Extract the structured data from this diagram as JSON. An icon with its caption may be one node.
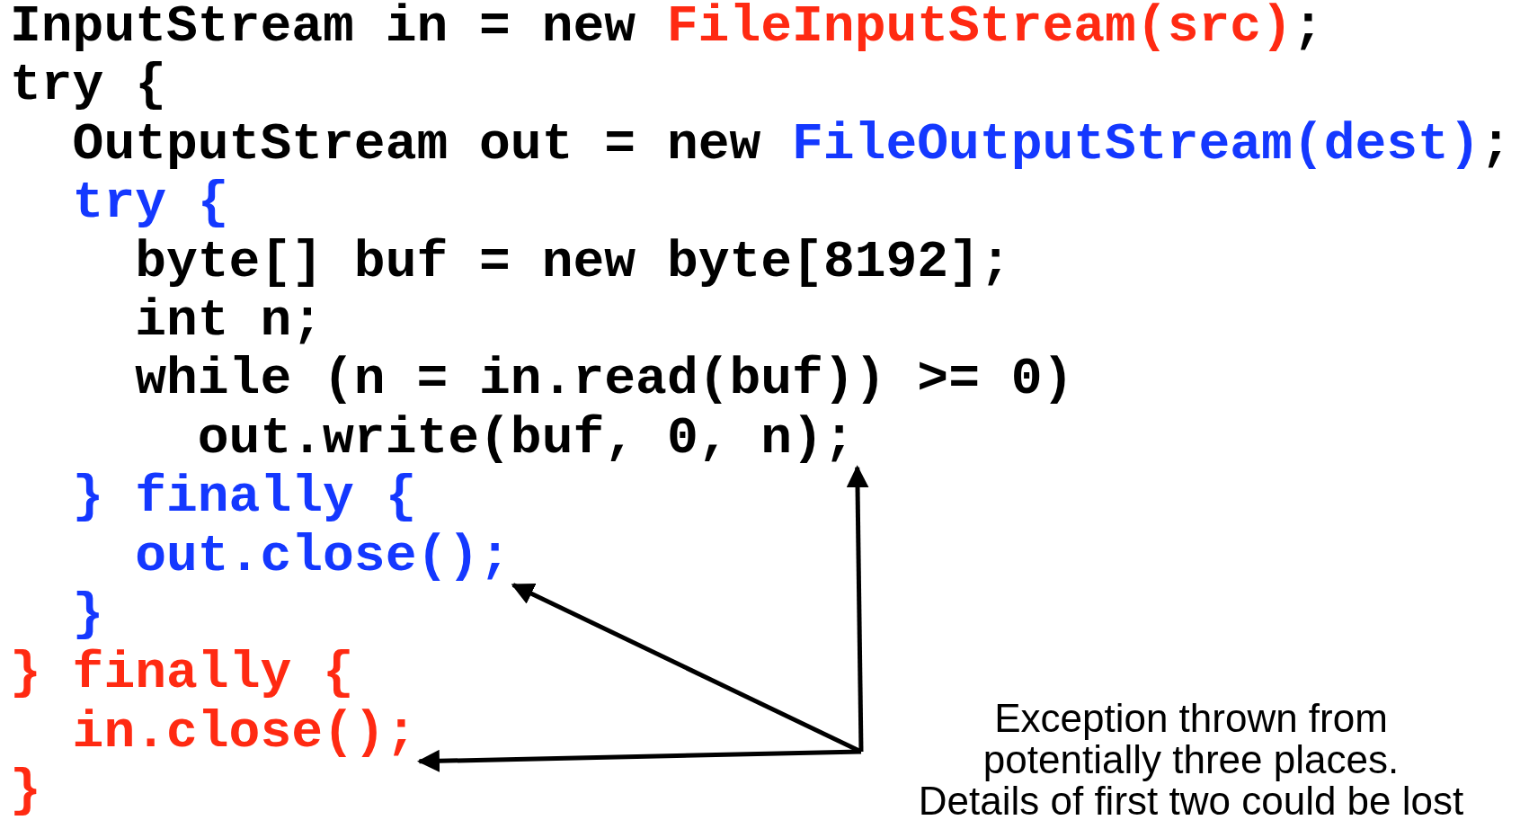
{
  "diagram": {
    "nodes": [
      {
        "text": [
          "out.write(buf, 0, n);"
        ]
      },
      {
        "text": [
          "out.close();"
        ]
      },
      {
        "text": [
          "in.close();"
        ]
      },
      {
        "text": [
          "Exception thrown from potentially three places. Details of first two could be lost"
        ]
      }
    ],
    "edges": [
      {
        "from": 3,
        "to": 0,
        "arrow": "to"
      },
      {
        "from": 3,
        "to": 1,
        "arrow": "to"
      },
      {
        "from": 3,
        "to": 2,
        "arrow": "to"
      }
    ],
    "labels": [
      "InputStream in = new",
      "FileInputStream(src)",
      ";",
      "try {",
      "OutputStream out = new",
      "FileOutputStream(dest)",
      ";",
      "try {",
      "byte[] buf = new byte[8192];",
      "int n;",
      "while (n = in.read(buf)) >= 0)",
      "} finally {",
      "}",
      "} finally {",
      "}"
    ]
  }
}
